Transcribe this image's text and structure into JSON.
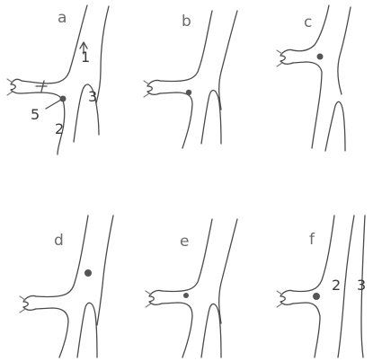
{
  "panels": [
    {
      "letter": "a",
      "numbers": [
        "1",
        "2",
        "3",
        "5"
      ]
    },
    {
      "letter": "b"
    },
    {
      "letter": "c"
    },
    {
      "letter": "d"
    },
    {
      "letter": "e"
    },
    {
      "letter": "f",
      "numbers": [
        "2",
        "3"
      ]
    }
  ]
}
